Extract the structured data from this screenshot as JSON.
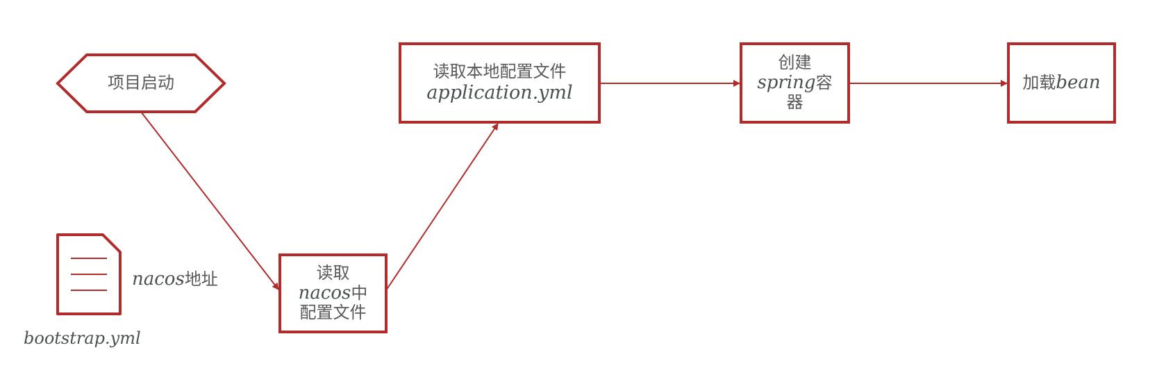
{
  "diagram": {
    "type": "flowchart",
    "colors": {
      "stroke": "#b22a2a",
      "text": "#595959",
      "background": "#ffffff"
    },
    "nodes": {
      "start": {
        "label": "项目启动",
        "shape": "hexagon"
      },
      "read_nacos": {
        "line1": "读取",
        "line2_en": "nacos",
        "line2_cn": "中",
        "line3": "配置文件",
        "shape": "rectangle"
      },
      "read_local": {
        "line1": "读取本地配置文件",
        "line2_en": "application.yml",
        "shape": "rectangle"
      },
      "create_spring": {
        "line1": "创建",
        "line2_en": "spring",
        "line2_cn": "容",
        "line3": "器",
        "shape": "rectangle"
      },
      "load_bean": {
        "label_cn": "加载",
        "label_en": "bean",
        "shape": "rectangle"
      },
      "bootstrap_doc": {
        "shape": "document",
        "caption": "bootstrap.yml",
        "note_en": "nacos",
        "note_cn": "地址"
      }
    },
    "edges": [
      {
        "from": "start",
        "to": "read_nacos"
      },
      {
        "from": "read_nacos",
        "to": "read_local"
      },
      {
        "from": "read_local",
        "to": "create_spring"
      },
      {
        "from": "create_spring",
        "to": "load_bean"
      }
    ]
  }
}
